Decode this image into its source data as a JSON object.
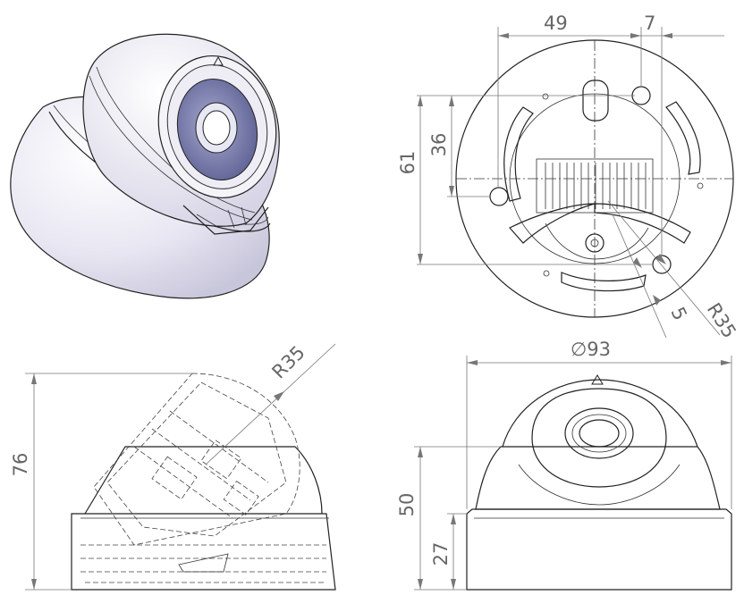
{
  "dimensions": {
    "top_width": "49",
    "top_offset": "7",
    "height_outer": "61",
    "height_inner": "36",
    "radius_top": "R35",
    "slot_width": "5",
    "diameter": "∅93",
    "side_height": "76",
    "side_radius": "R35",
    "front_height": "50",
    "front_base": "27"
  }
}
